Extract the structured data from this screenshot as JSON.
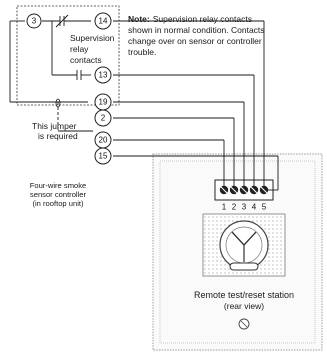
{
  "note": {
    "label": "Note:",
    "lines": [
      "Supervision relay contacts",
      "shown in normal condition. Contacts",
      "change over on sensor or controller",
      "trouble."
    ]
  },
  "controller": {
    "terminals": [
      "3",
      "14",
      "13",
      "19",
      "2",
      "20",
      "15"
    ],
    "relay_label": [
      "Supervision",
      "relay",
      "contacts"
    ],
    "jumper_label": [
      "This jumper",
      "is required"
    ],
    "caption": [
      "Four-wire smoke",
      "sensor controller",
      "(in rooftop unit)"
    ]
  },
  "station": {
    "terminal_numbers": [
      "1",
      "2",
      "3",
      "4",
      "5"
    ],
    "caption": [
      "Remote test/reset station",
      "(rear view)"
    ]
  }
}
